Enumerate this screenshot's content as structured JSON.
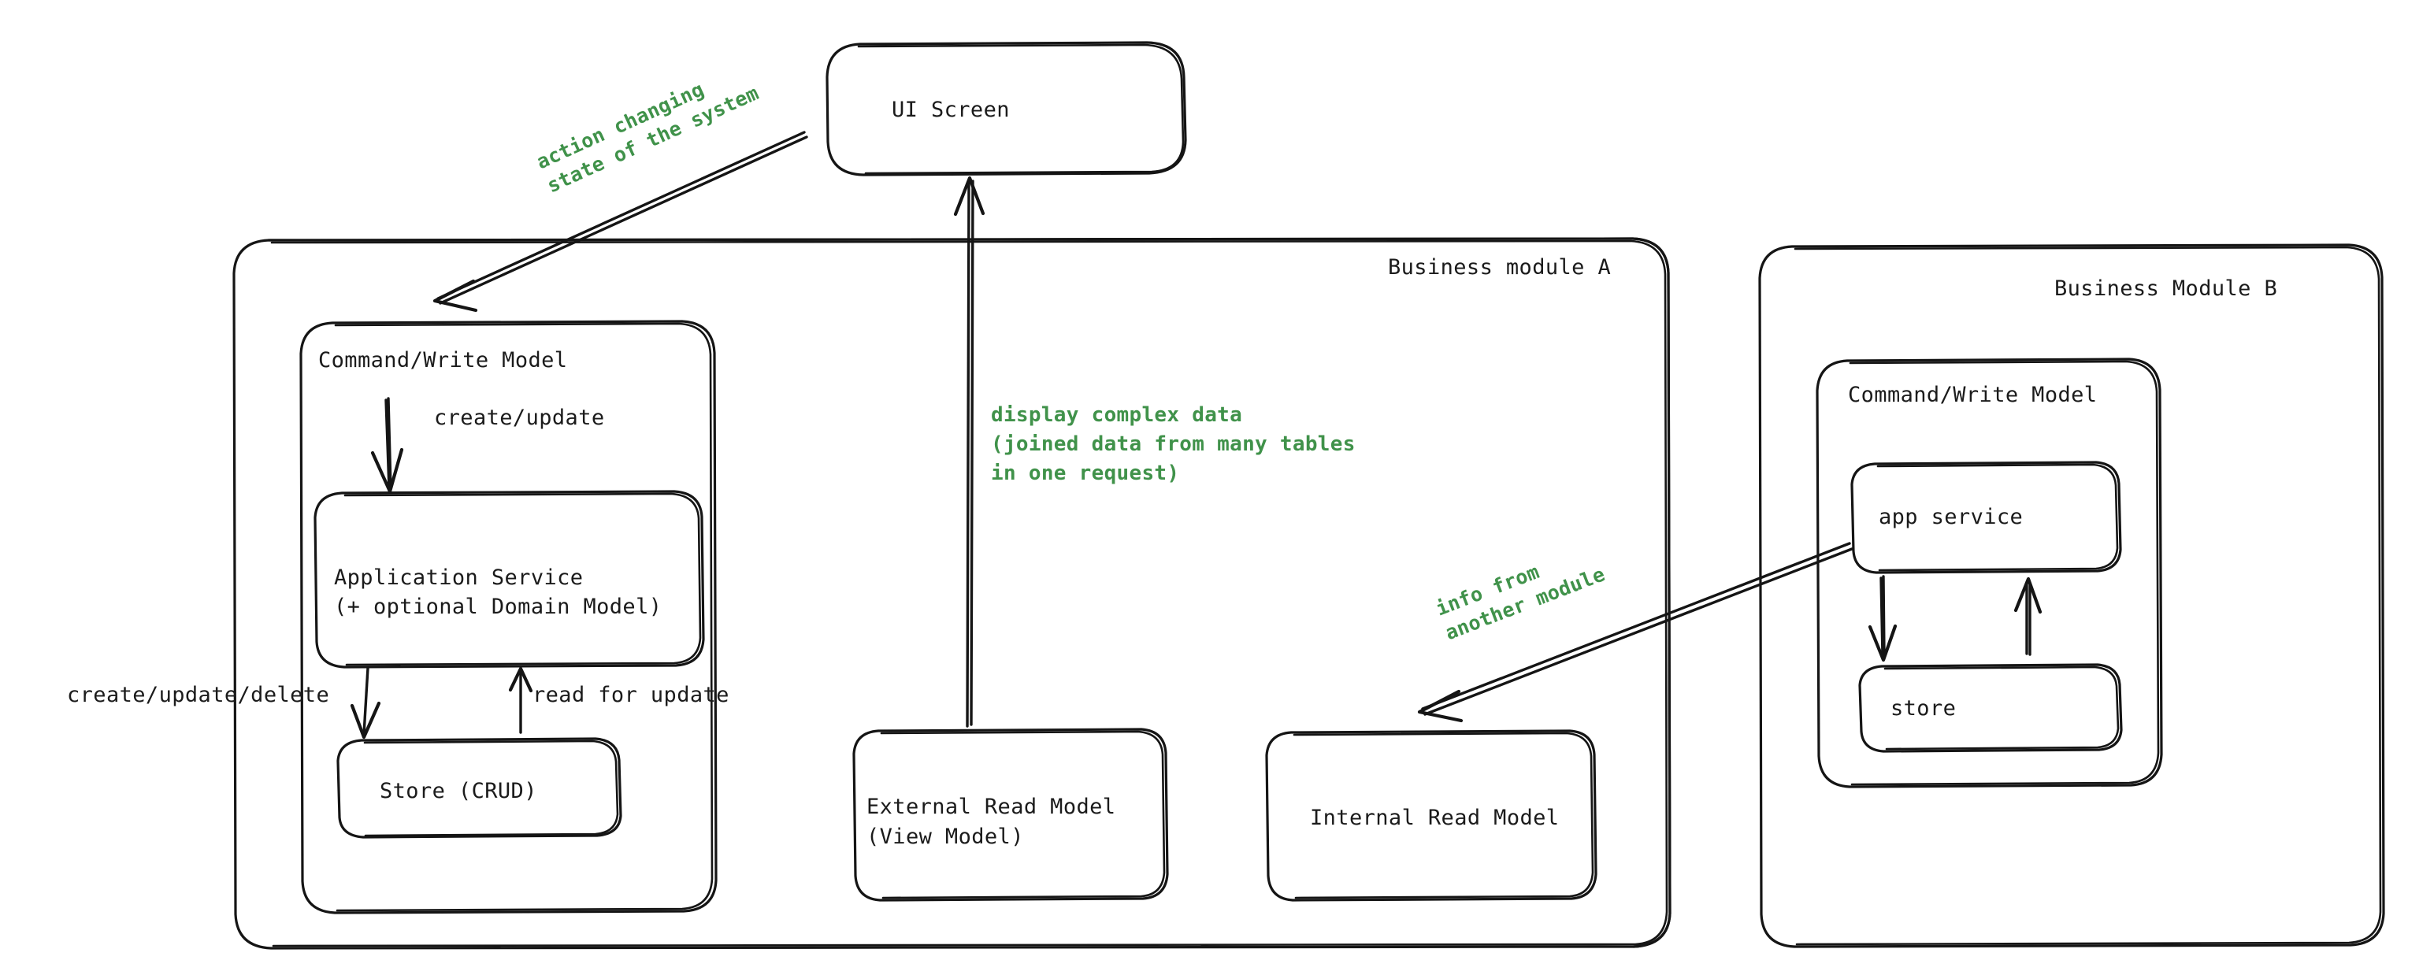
{
  "diagram": {
    "title": "CQRS business module architecture",
    "background_color": "#ffffff",
    "stroke_color": "#151515",
    "accent_color": "#40924a"
  },
  "nodes": {
    "ui_screen": {
      "label": "UI Screen"
    },
    "module_a": {
      "label": "Business module A"
    },
    "module_a_cw": {
      "label": "Command/Write Model"
    },
    "app_service": {
      "line1": "Application Service",
      "line2": "(+ optional Domain Model)"
    },
    "store_crud": {
      "label": "Store (CRUD)"
    },
    "external_read_model": {
      "line1": "External Read Model",
      "line2": "(View Model)"
    },
    "internal_read_model": {
      "label": "Internal Read Model"
    },
    "module_b": {
      "label": "Business Module B"
    },
    "module_b_cw": {
      "label": "Command/Write Model"
    },
    "app_service_b": {
      "label": "app service"
    },
    "store_b": {
      "label": "store"
    }
  },
  "edge_labels": {
    "action_changing_state_l1": "action changing",
    "action_changing_state_l2": "state of the system",
    "create_update": "create/update",
    "create_update_delete": "create/update/delete",
    "read_for_update": "read for update",
    "display_complex_l1": "display complex data",
    "display_complex_l2": "(joined data from many tables",
    "display_complex_l3": "in one request)",
    "info_from_another_l1": "info from",
    "info_from_another_l2": "another module"
  },
  "chart_data": {
    "type": "diagram",
    "title": "CQRS business module architecture",
    "nodes": [
      {
        "id": "ui_screen",
        "label": "UI Screen",
        "group": null
      },
      {
        "id": "module_a",
        "label": "Business module A",
        "group": null
      },
      {
        "id": "module_a_cw",
        "label": "Command/Write Model",
        "group": "module_a"
      },
      {
        "id": "app_service",
        "label": "Application Service (+ optional Domain Model)",
        "group": "module_a_cw"
      },
      {
        "id": "store_crud",
        "label": "Store (CRUD)",
        "group": "module_a_cw"
      },
      {
        "id": "external_read_model",
        "label": "External Read Model (View Model)",
        "group": "module_a"
      },
      {
        "id": "internal_read_model",
        "label": "Internal Read Model",
        "group": "module_a"
      },
      {
        "id": "module_b",
        "label": "Business Module B",
        "group": null
      },
      {
        "id": "module_b_cw",
        "label": "Command/Write Model",
        "group": "module_b"
      },
      {
        "id": "app_service_b",
        "label": "app service",
        "group": "module_b_cw"
      },
      {
        "id": "store_b",
        "label": "store",
        "group": "module_b_cw"
      }
    ],
    "edges": [
      {
        "from": "ui_screen",
        "to": "module_a_cw",
        "label": "action changing state of the system",
        "color": "#40924a"
      },
      {
        "from": "module_a_cw",
        "to": "app_service",
        "label": "create/update",
        "color": "#151515"
      },
      {
        "from": "app_service",
        "to": "store_crud",
        "label": "create/update/delete",
        "color": "#151515"
      },
      {
        "from": "store_crud",
        "to": "app_service",
        "label": "read for update",
        "color": "#151515"
      },
      {
        "from": "external_read_model",
        "to": "ui_screen",
        "label": "display complex data (joined data from many tables in one request)",
        "color": "#40924a"
      },
      {
        "from": "app_service_b",
        "to": "internal_read_model",
        "label": "info from another module",
        "color": "#40924a"
      },
      {
        "from": "app_service_b",
        "to": "store_b",
        "label": "",
        "color": "#151515"
      },
      {
        "from": "store_b",
        "to": "app_service_b",
        "label": "",
        "color": "#151515"
      }
    ]
  }
}
